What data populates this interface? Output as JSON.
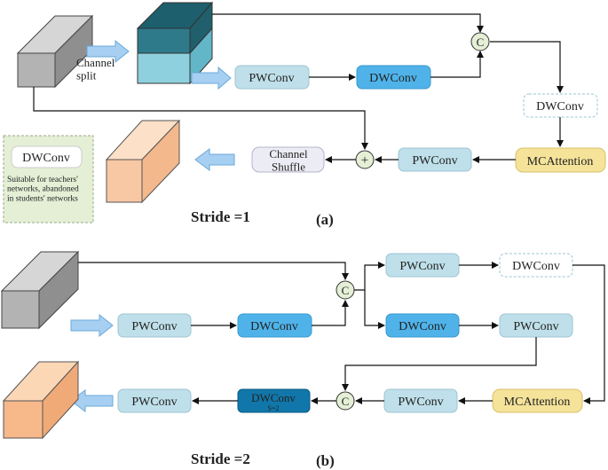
{
  "colors": {
    "pwconv": "#bfe0ea",
    "dwconv": "#4fb3ea",
    "dwconv_s2": "#1177aa",
    "mcattention": "#f5e39a",
    "concat": "#e4efd6",
    "feature_gray": "#b3b3b3",
    "feature_peach": "#f8c8a4",
    "split_dark": "#2e7a8a",
    "split_light": "#8fd0de",
    "arrow_fill": "#a7cff2",
    "note_bg": "#e4efd6"
  },
  "panel_a": {
    "channel_split": "Channel\nsplit",
    "concat": "C",
    "pwconv_top": "PWConv",
    "dwconv_top": "DWConv",
    "dwconv_dashed": "DWConv",
    "mcattention": "MCAttention",
    "pwconv_return": "PWConv",
    "add": "+",
    "channel_shuffle": "Channel\nShuffle",
    "legend": {
      "dwconv": "DWConv",
      "note": "Suitable for teachers'\nnetworks, abandoned\nin students' networks"
    },
    "stride": "Stride =1",
    "label": "(a)"
  },
  "panel_b": {
    "pwconv_1": "PWConv",
    "dwconv_1": "DWConv",
    "concat_1": "C",
    "pwconv_upper": "PWConv",
    "dwconv_upper_dashed": "DWConv",
    "dwconv_lower": "DWConv",
    "pwconv_lower": "PWConv",
    "mcattention": "MCAttention",
    "pwconv_return": "PWConv",
    "concat_2": "C",
    "dwconv_s2": "DWConv",
    "dwconv_s2_sub": "S=2",
    "pwconv_out": "PWConv",
    "stride": "Stride =2",
    "label": "(b)"
  }
}
